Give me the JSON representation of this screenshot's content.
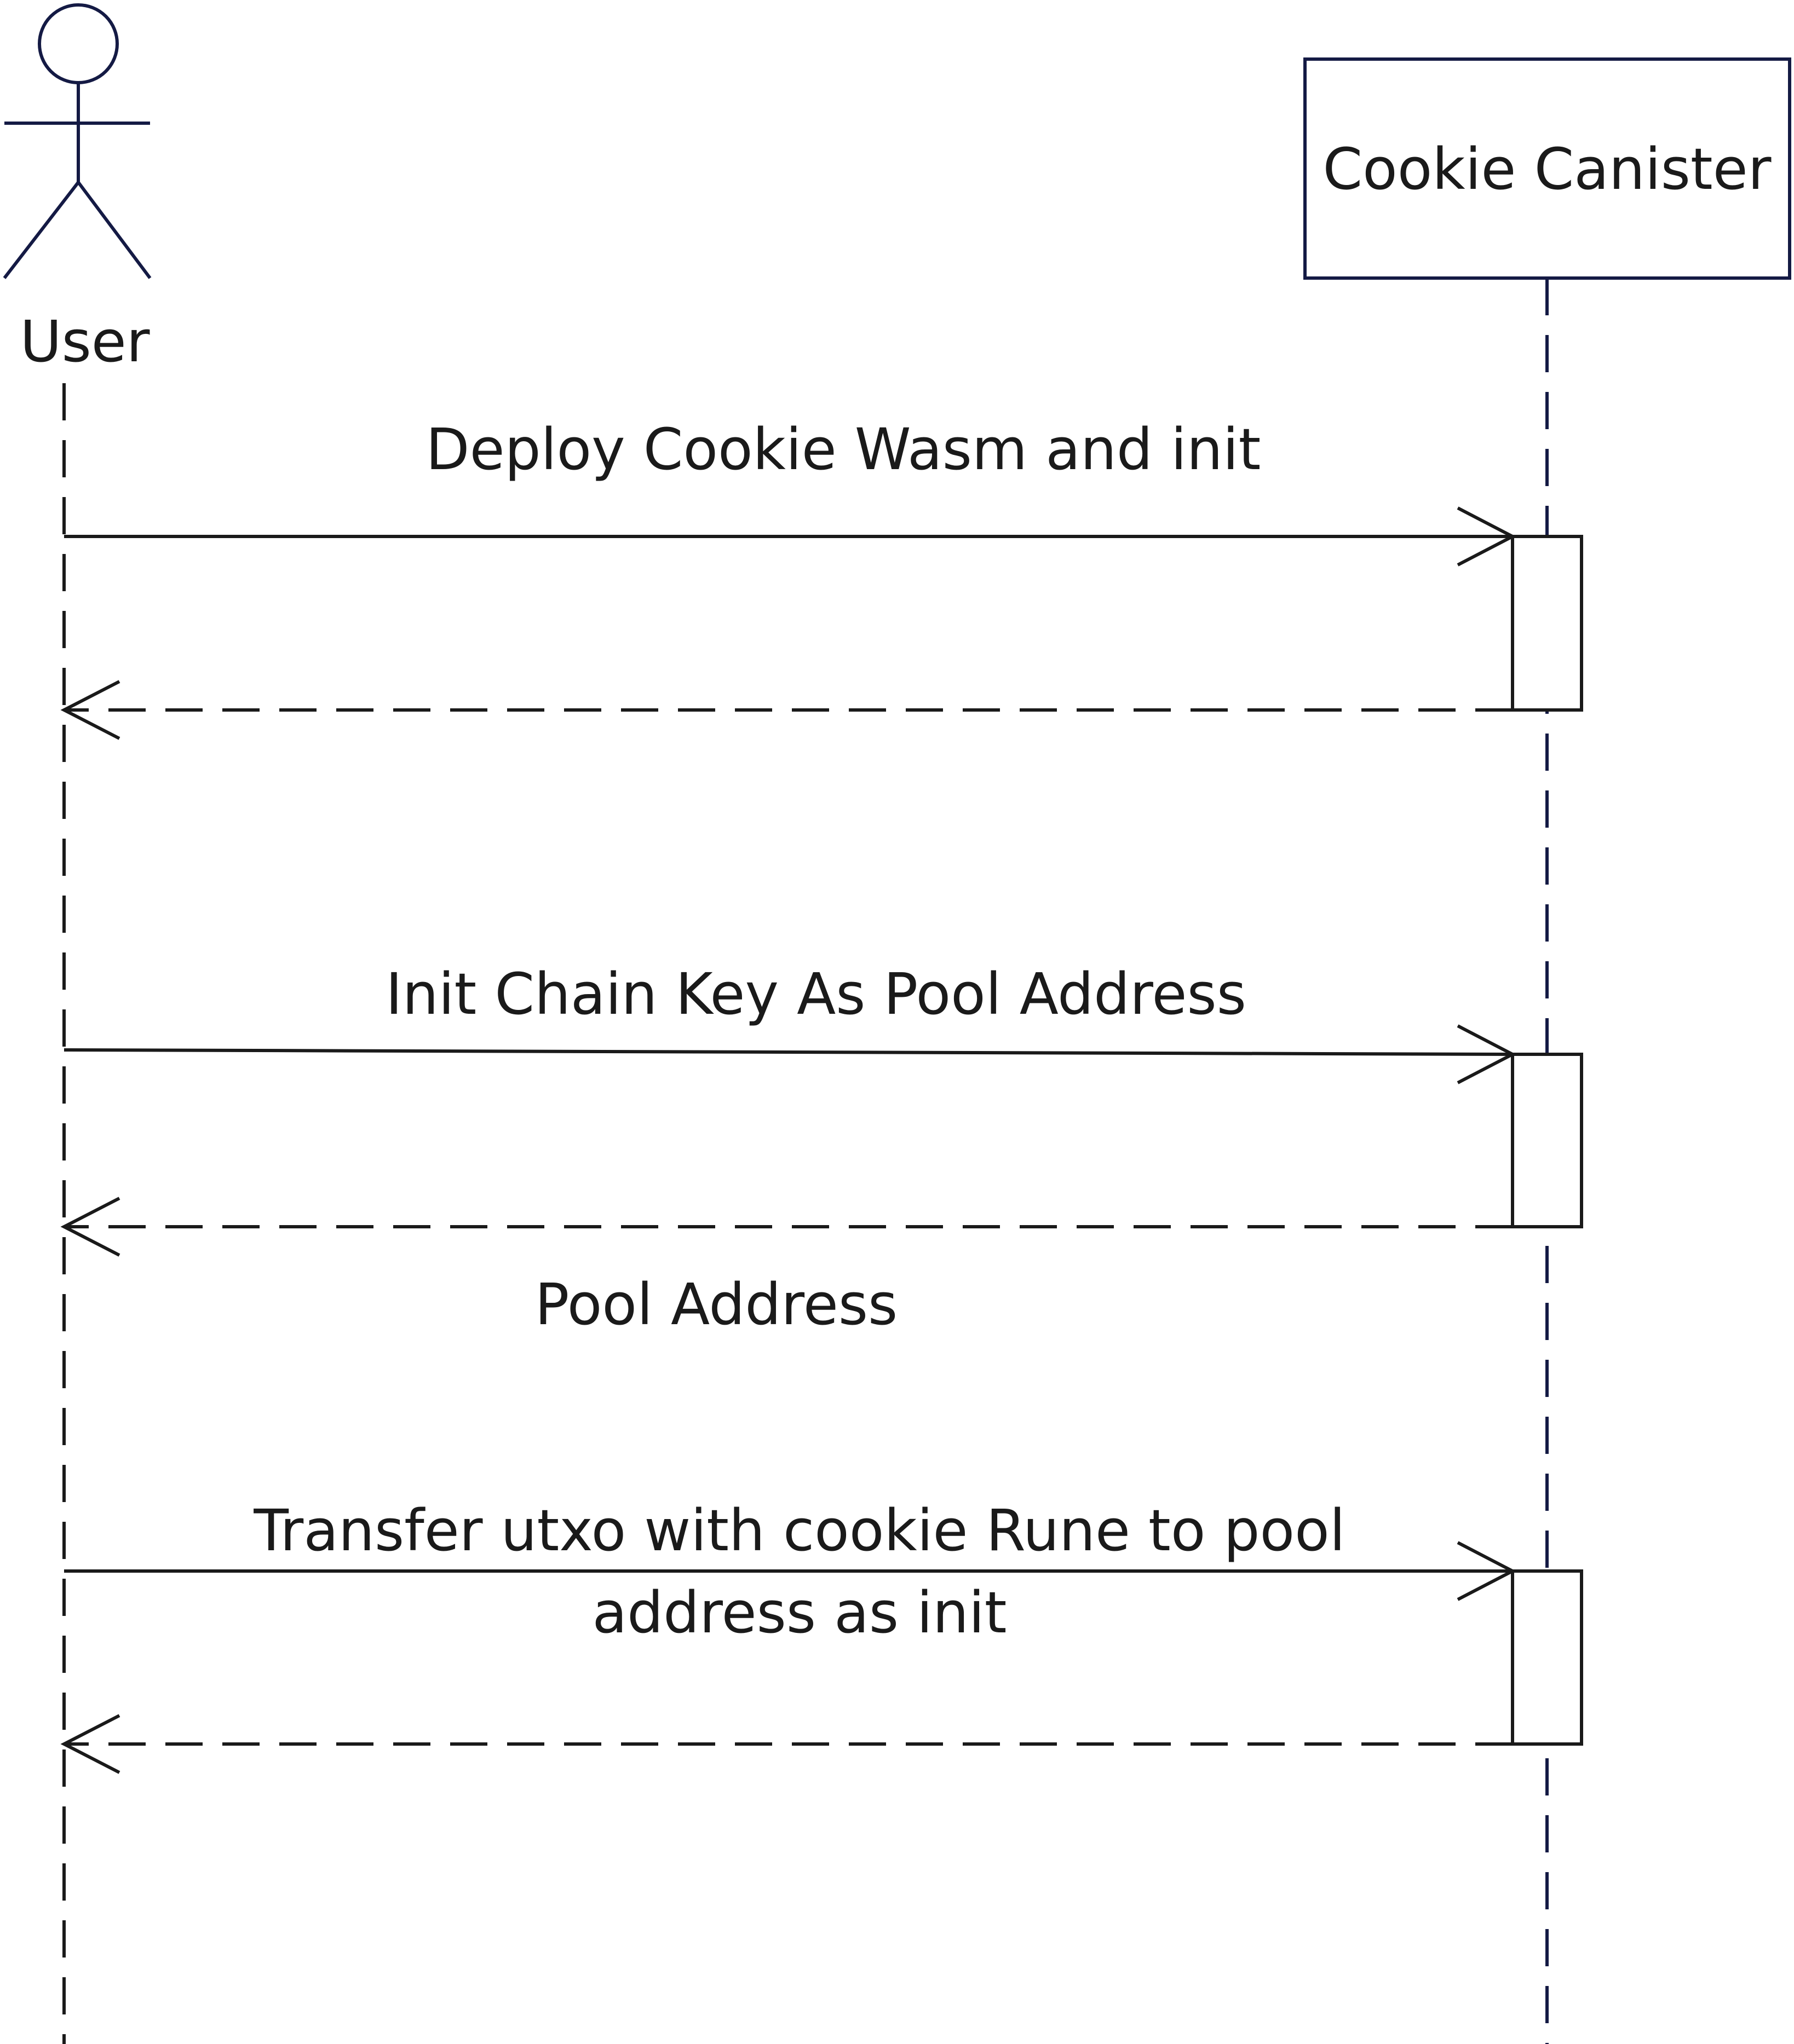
{
  "participants": {
    "user": {
      "name": "User"
    },
    "canister": {
      "name": "Cookie Canister"
    }
  },
  "messages": {
    "m1_call": "Deploy Cookie Wasm and init",
    "m2_call": "Init Chain Key As Pool Address",
    "m2_return": "Pool Address",
    "m3_call_line1": "Transfer utxo with cookie Rune to pool",
    "m3_call_line2": "address as init"
  },
  "colors": {
    "actor_stroke": "#141a44",
    "line_stroke": "#1a1a1a",
    "text": "#1a1a1a",
    "background": "#ffffff"
  }
}
